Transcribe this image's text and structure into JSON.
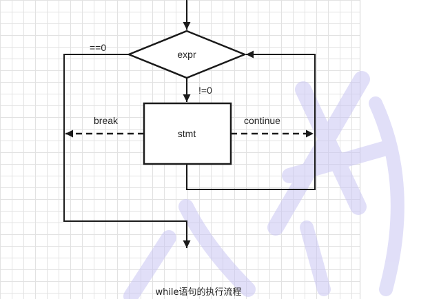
{
  "diagram": {
    "labels": {
      "decision": "expr",
      "statement": "stmt",
      "false_branch": "==0",
      "true_branch": "!=0",
      "break": "break",
      "continue": "continue"
    },
    "caption": "while语句的执行流程"
  },
  "colors": {
    "line": "#1a1a1a",
    "grid": "#e2e2e2",
    "watermark": "#c9c6f3"
  }
}
